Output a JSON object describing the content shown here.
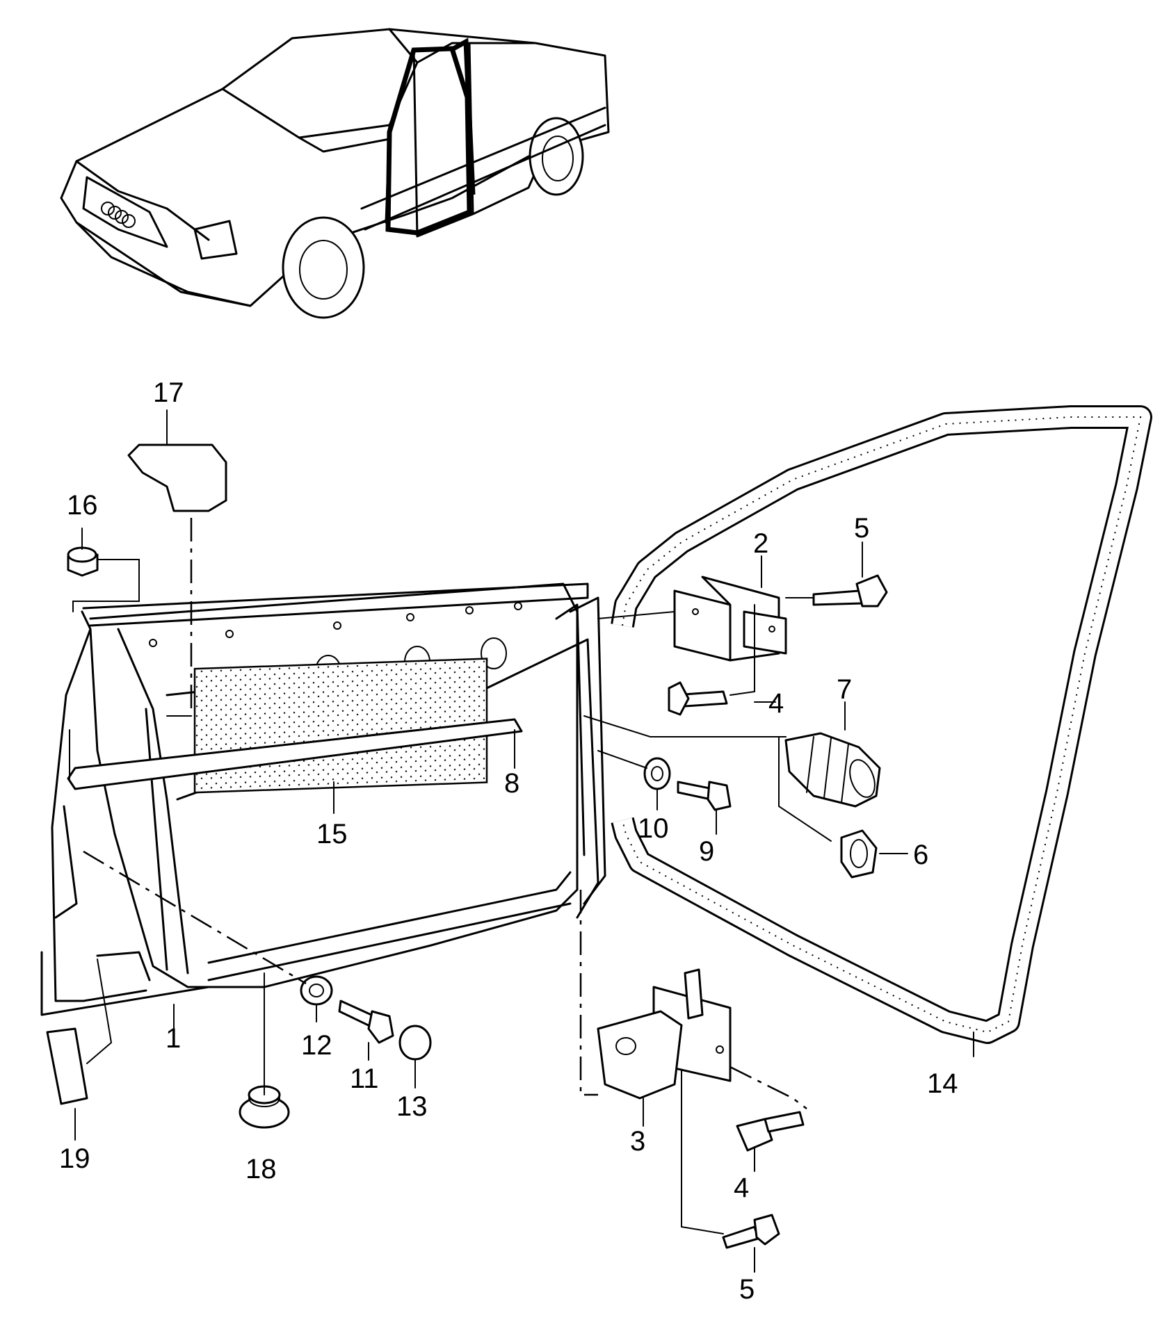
{
  "diagram": {
    "callouts": [
      {
        "id": "c1",
        "text": "1"
      },
      {
        "id": "c2",
        "text": "2"
      },
      {
        "id": "c3",
        "text": "3"
      },
      {
        "id": "c4a",
        "text": "4"
      },
      {
        "id": "c4b",
        "text": "4"
      },
      {
        "id": "c5a",
        "text": "5"
      },
      {
        "id": "c5b",
        "text": "5"
      },
      {
        "id": "c6",
        "text": "6"
      },
      {
        "id": "c7",
        "text": "7"
      },
      {
        "id": "c8",
        "text": "8"
      },
      {
        "id": "c9",
        "text": "9"
      },
      {
        "id": "c10",
        "text": "10"
      },
      {
        "id": "c11",
        "text": "11"
      },
      {
        "id": "c12",
        "text": "12"
      },
      {
        "id": "c13",
        "text": "13"
      },
      {
        "id": "c14",
        "text": "14"
      },
      {
        "id": "c15",
        "text": "15"
      },
      {
        "id": "c16",
        "text": "16"
      },
      {
        "id": "c17",
        "text": "17"
      },
      {
        "id": "c18",
        "text": "18"
      },
      {
        "id": "c19",
        "text": "19"
      }
    ]
  }
}
